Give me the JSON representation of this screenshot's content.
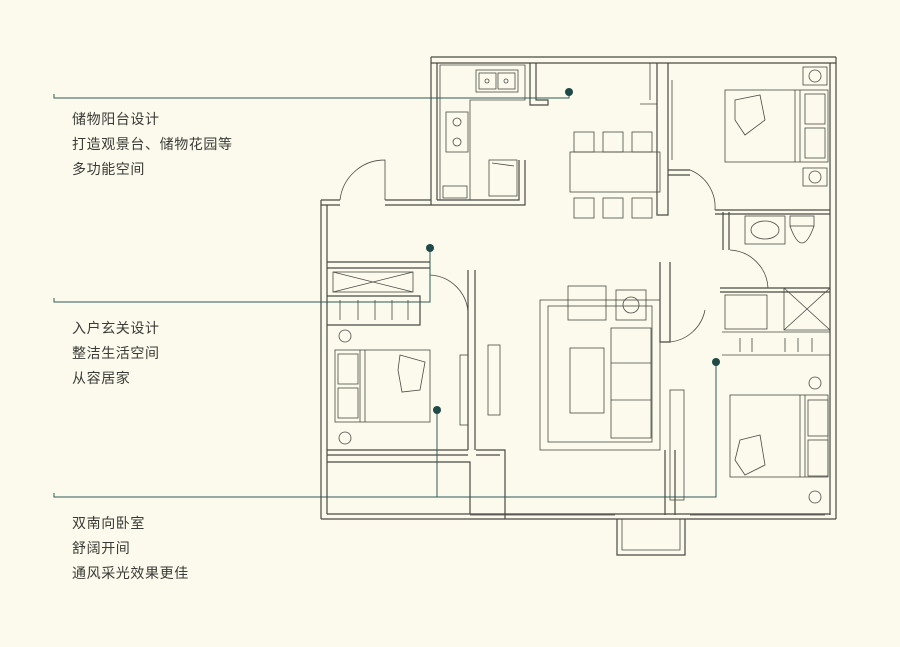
{
  "annotations": [
    {
      "lines": [
        "储物阳台设计",
        "打造观景台、储物花园等",
        "多功能空间"
      ]
    },
    {
      "lines": [
        "入户玄关设计",
        "整洁生活空间",
        "从容居家"
      ]
    },
    {
      "lines": [
        "双南向卧室",
        "舒阔开间",
        "通风采光效果更佳"
      ]
    }
  ],
  "colors": {
    "background": "#FCFAEC",
    "walls": "#4a4a44",
    "leader": "#2f5a57",
    "marker": "#1f4a48",
    "text": "#3a3a36"
  }
}
